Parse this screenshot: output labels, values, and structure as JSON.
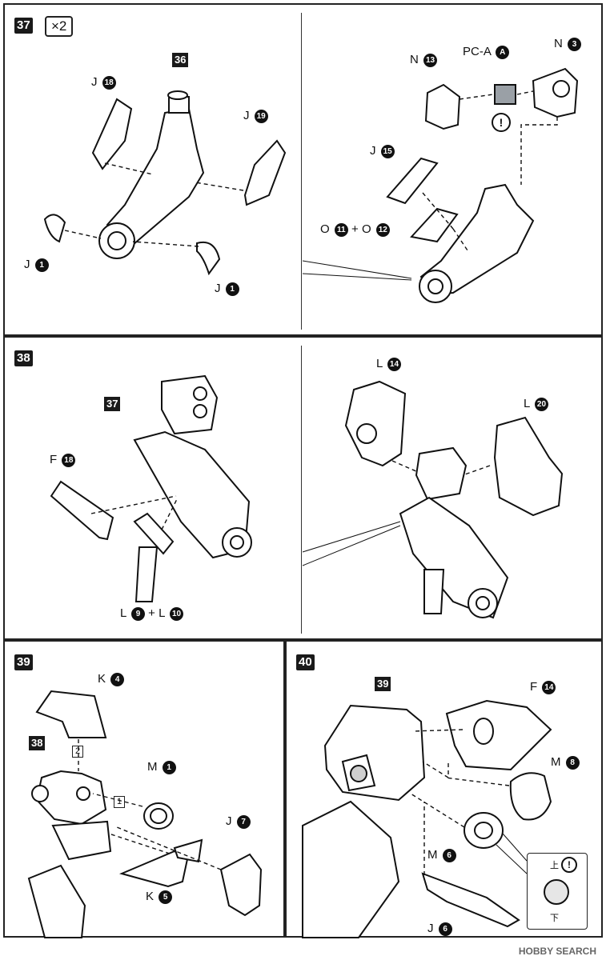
{
  "steps": {
    "s37": {
      "number": "37",
      "multiplier": "×2",
      "left": {
        "parts": {
          "j18": {
            "letter": "J",
            "num": "18"
          },
          "j19": {
            "letter": "J",
            "num": "19"
          },
          "j1a": {
            "letter": "J",
            "num": "1"
          },
          "j1b": {
            "letter": "J",
            "num": "1"
          }
        },
        "ref": "36"
      },
      "right": {
        "parts": {
          "n13": {
            "letter": "N",
            "num": "13"
          },
          "pca": {
            "letter": "PC-A",
            "num": "A"
          },
          "n3": {
            "letter": "N",
            "num": "3"
          },
          "j15": {
            "letter": "J",
            "num": "15"
          },
          "o11": {
            "letter": "O",
            "num": "11"
          },
          "o12": {
            "letter": "O",
            "num": "12"
          }
        },
        "plus": "+",
        "warn": "!"
      }
    },
    "s38": {
      "number": "38",
      "left": {
        "ref": "37",
        "parts": {
          "f18": {
            "letter": "F",
            "num": "18"
          },
          "l9": {
            "letter": "L",
            "num": "9"
          },
          "l10": {
            "letter": "L",
            "num": "10"
          }
        },
        "plus": "+"
      },
      "right": {
        "parts": {
          "l14": {
            "letter": "L",
            "num": "14"
          },
          "l20": {
            "letter": "L",
            "num": "20"
          }
        }
      }
    },
    "s39": {
      "number": "39",
      "ref": "38",
      "order1": "1",
      "order2": "2",
      "parts": {
        "k4": {
          "letter": "K",
          "num": "4"
        },
        "m1": {
          "letter": "M",
          "num": "1"
        },
        "j7": {
          "letter": "J",
          "num": "7"
        },
        "k5": {
          "letter": "K",
          "num": "5"
        }
      }
    },
    "s40": {
      "number": "40",
      "ref": "39",
      "parts": {
        "f14": {
          "letter": "F",
          "num": "14"
        },
        "m8": {
          "letter": "M",
          "num": "8"
        },
        "m6": {
          "letter": "M",
          "num": "6"
        },
        "j6": {
          "letter": "J",
          "num": "6"
        }
      },
      "detail": {
        "top": "上",
        "bottom": "下",
        "warn": "!"
      }
    }
  },
  "watermark": "HOBBY SEARCH"
}
